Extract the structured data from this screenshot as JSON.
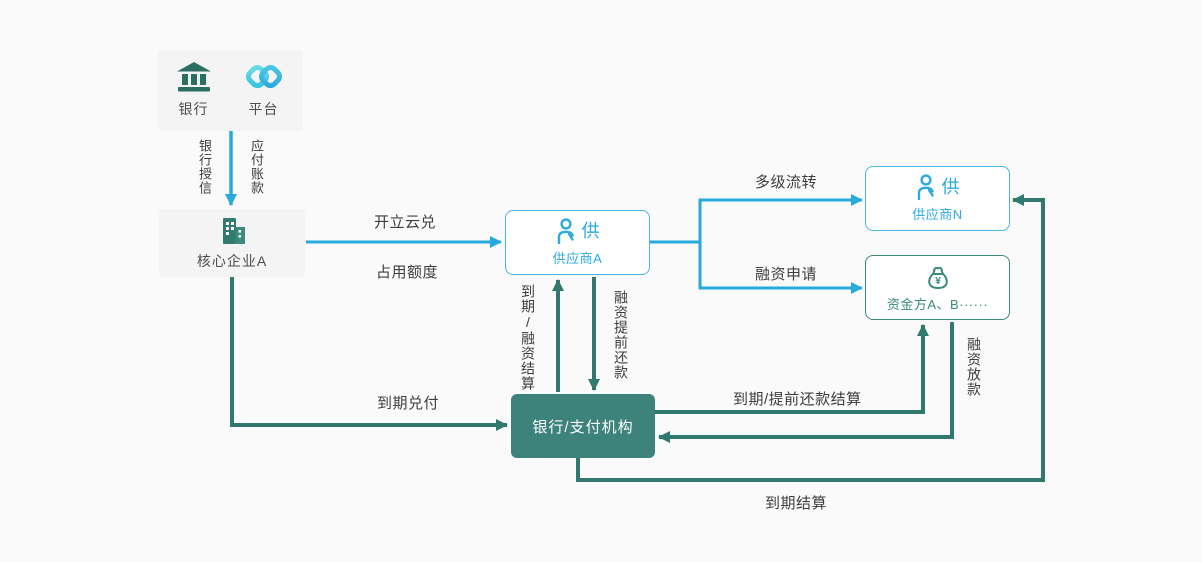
{
  "colors": {
    "background": "#fafafa",
    "cyan_arrow": "#27a9dc",
    "teal_arrow": "#31796f",
    "teal_box_fill": "#3d837b",
    "cyan_node_border": "#45b6e4",
    "teal_node_border": "#3a8a7e",
    "gray_box": "#f4f4f5"
  },
  "nodes": {
    "bank_platform": {
      "bank_label": "银行",
      "platform_label": "平台"
    },
    "core_enterprise": {
      "label": "核心企业A"
    },
    "supplier_a": {
      "icon_text": "供",
      "label": "供应商A"
    },
    "supplier_n": {
      "icon_text": "供",
      "label": "供应商N"
    },
    "funders": {
      "icon_glyph": "¥",
      "label": "资金方A、B······"
    },
    "bank_payment": {
      "label": "银行/支付机构"
    }
  },
  "edges": {
    "bank_credit": "银行授信",
    "accounts_payable": "应付账款",
    "open_cloud_voucher": "开立云兑",
    "occupy_quota": "占用额度",
    "multi_level_transfer": "多级流转",
    "financing_application": "融资申请",
    "maturity_or_financing_settlement": "到期/融资结算",
    "early_financing_repayment": "融资提前还款",
    "maturity_payment": "到期兑付",
    "maturity_or_early_repayment_settlement": "到期/提前还款结算",
    "financing_disbursement": "融资放款",
    "maturity_settlement": "到期结算"
  }
}
